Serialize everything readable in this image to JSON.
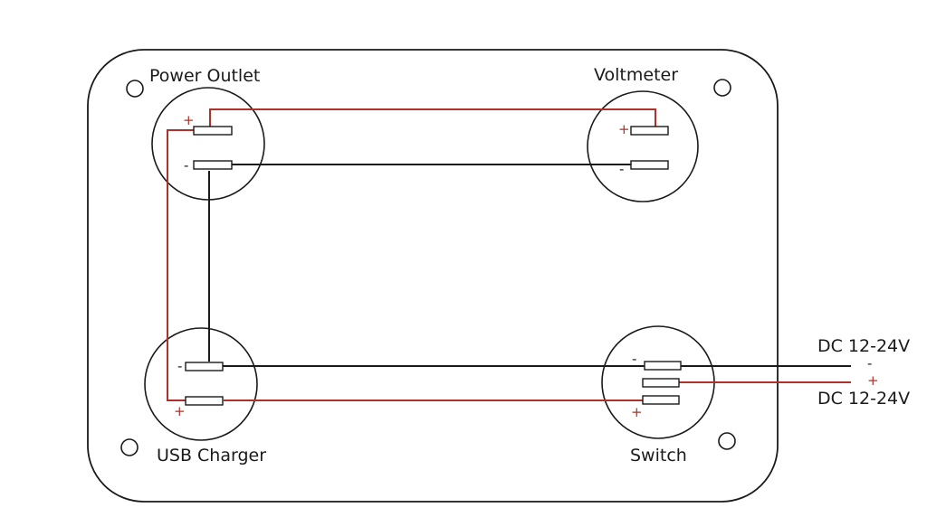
{
  "components": {
    "power_outlet": {
      "label": "Power Outlet",
      "plus": "+",
      "minus": "-"
    },
    "voltmeter": {
      "label": "Voltmeter",
      "plus": "+",
      "minus": "-"
    },
    "usb_charger": {
      "label": "USB Charger",
      "plus": "+",
      "minus": "-"
    },
    "switch": {
      "label": "Switch",
      "plus": "+",
      "minus": "-"
    }
  },
  "supply": {
    "negative_label": "DC 12-24V",
    "negative_sign": "-",
    "positive_label": "DC 12-24V",
    "positive_sign": "+"
  },
  "colors": {
    "positive_wire": "#b0302a",
    "negative_wire": "#1a1a1a",
    "outline": "#1a1a1a"
  }
}
